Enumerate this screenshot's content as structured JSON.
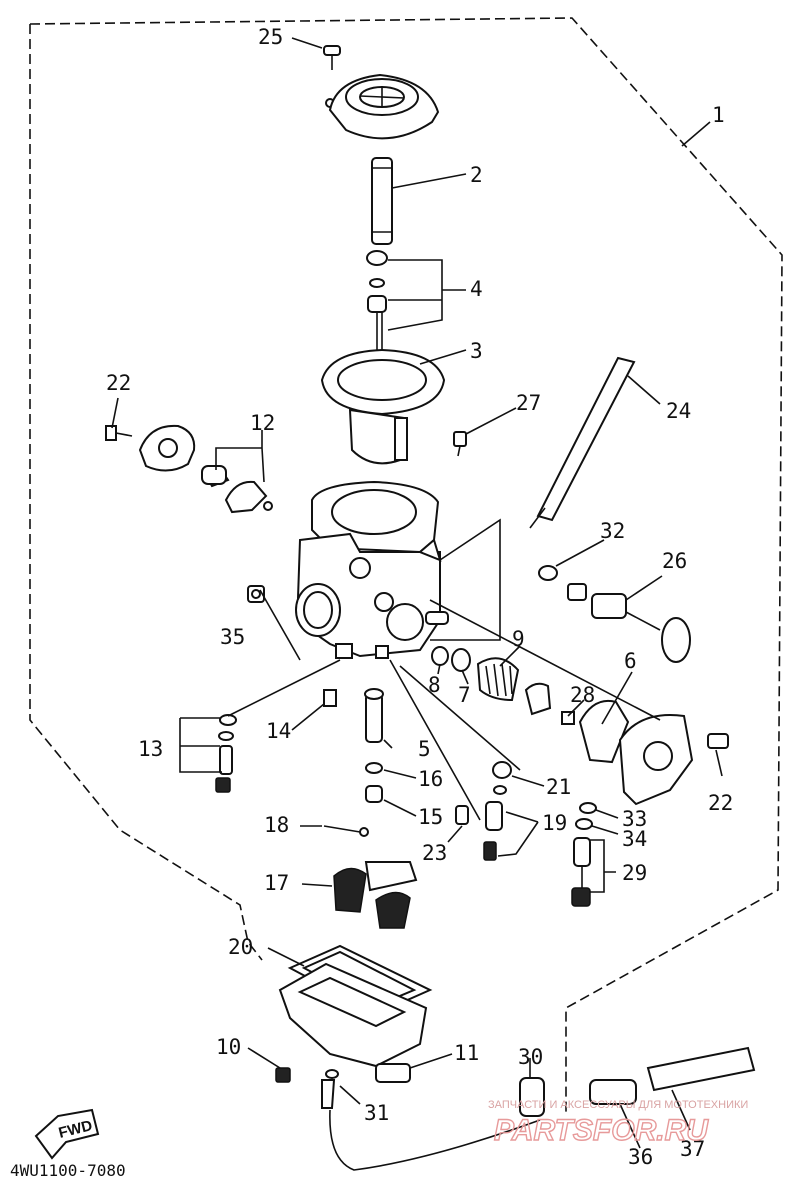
{
  "diagram": {
    "part_numbers": [
      "1",
      "2",
      "3",
      "4",
      "5",
      "6",
      "7",
      "8",
      "9",
      "10",
      "11",
      "12",
      "13",
      "14",
      "15",
      "16",
      "17",
      "18",
      "19",
      "20",
      "21",
      "22",
      "22",
      "23",
      "24",
      "25",
      "26",
      "27",
      "28",
      "29",
      "30",
      "31",
      "32",
      "33",
      "34",
      "35",
      "36",
      "37"
    ],
    "drawing_code": "4WU1100-7080",
    "direction_label": "FWD",
    "watermark_small": "ЗАПЧАСТИ И АКСЕССУАРЫ ДЛЯ МОТОТЕХНИКИ",
    "watermark_big": "PARTSFOR.RU"
  }
}
